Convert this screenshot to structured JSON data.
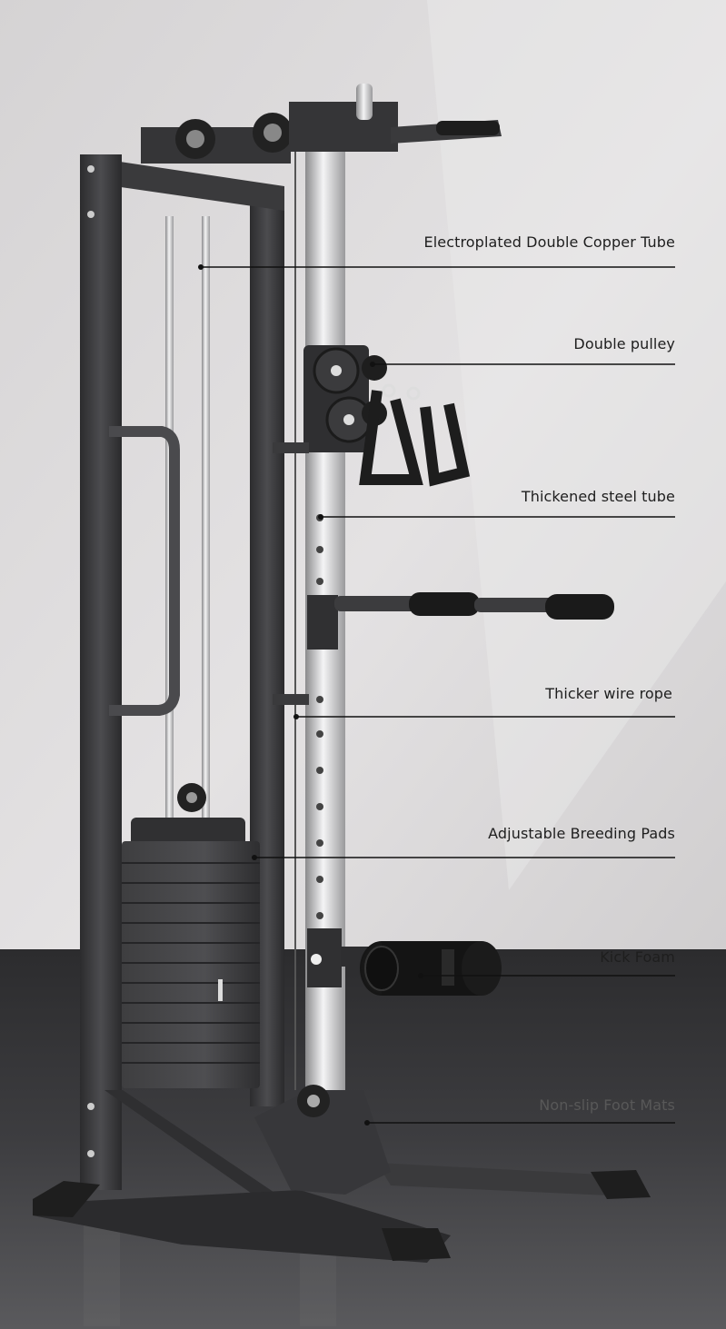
{
  "product": "Cable crossover machine with weight stack",
  "callouts": [
    {
      "id": "copper-tube",
      "label": "Electroplated Double Copper Tube"
    },
    {
      "id": "double-pulley",
      "label": "Double pulley"
    },
    {
      "id": "steel-tube",
      "label": "Thickened steel tube"
    },
    {
      "id": "wire-rope",
      "label": "Thicker wire rope"
    },
    {
      "id": "breeding-pads",
      "label": "Adjustable Breeding Pads"
    },
    {
      "id": "kick-foam",
      "label": "Kick Foam"
    },
    {
      "id": "foot-mats",
      "label": "Non-slip Foot Mats"
    }
  ],
  "colors": {
    "wall": "#d9d7d8",
    "floor": "#3a3a3c",
    "frame": "#3b3b3d",
    "steel": "#d8d8da",
    "line": "#111111"
  }
}
